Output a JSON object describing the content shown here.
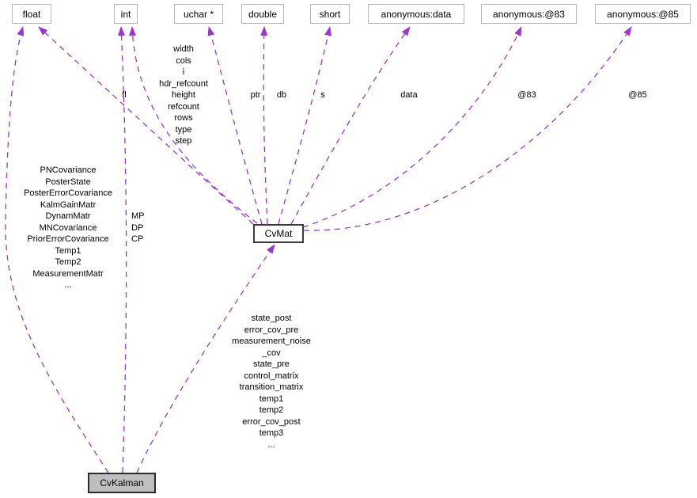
{
  "diagram": {
    "title": "CvKalman collaboration diagram",
    "colors": {
      "edge": "#9c35cf",
      "node_fill": "#ffffff",
      "node_border": "#b6b6b6",
      "strong_border": "#3a3a3a",
      "current_node_fill": "#bfbfbf",
      "text": "#000000",
      "background": "#ffffff"
    },
    "nodes": {
      "float": {
        "label": "float"
      },
      "int": {
        "label": "int"
      },
      "uchar": {
        "label": "uchar *"
      },
      "double": {
        "label": "double"
      },
      "short": {
        "label": "short"
      },
      "anon_data": {
        "label": "anonymous:data"
      },
      "anon_83": {
        "label": "anonymous:@83"
      },
      "anon_85": {
        "label": "anonymous:@85"
      },
      "cvmat": {
        "label": "CvMat"
      },
      "cvkalman": {
        "label": "CvKalman"
      }
    },
    "edge_labels": {
      "kalman_float": "PNCovariance\nPosterState\nPosterErrorCovariance\nKalmGainMatr\nDynamMatr\nMNCovariance\nPriorErrorCovariance\nTemp1\nTemp2\nMeasurementMatr\n...",
      "kalman_int": "MP\nDP\nCP",
      "kalman_mat": "state_post\nerror_cov_pre\nmeasurement_noise\n_cov\nstate_pre\ncontrol_matrix\ntransition_matrix\ntemp1\ntemp2\nerror_cov_post\ntemp3\n...",
      "mat_float": "fl",
      "mat_int": "width\ncols\ni\nhdr_refcount\nheight\nrefcount\nrows\ntype\nstep",
      "mat_uchar": "ptr",
      "mat_double": "db",
      "mat_short": "s",
      "mat_data": "data",
      "mat_83": "@83",
      "mat_85": "@85"
    }
  }
}
